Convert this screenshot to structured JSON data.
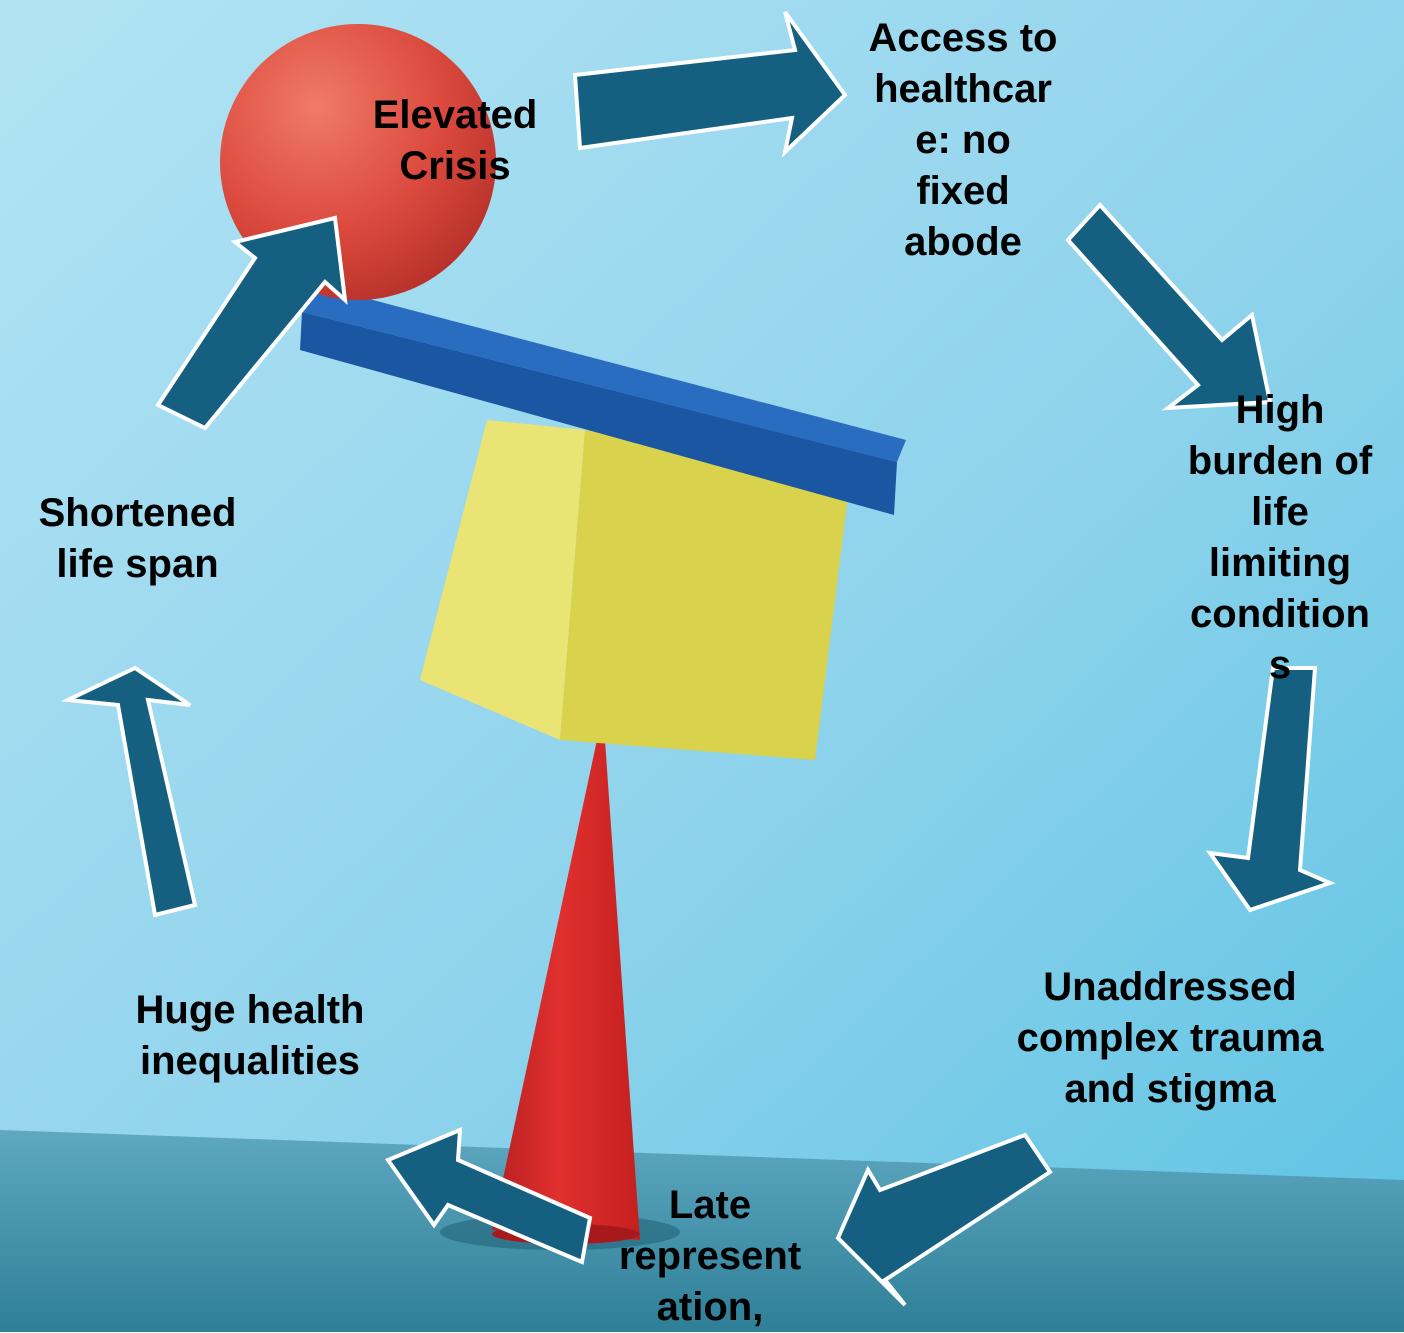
{
  "colors": {
    "sky": "#8fd3ec",
    "floor": "#3d8aa4",
    "ball": "#d9423a",
    "plank": "#1f5fae",
    "cube": "#e6df62",
    "cone": "#d8282a",
    "arrow": "#155f80",
    "arrow_outline": "#ffffff",
    "text": "#000000"
  },
  "diagram": {
    "type": "cycle",
    "nodes": [
      {
        "id": "elevated-crisis",
        "text": "Elevated\nCrisis"
      },
      {
        "id": "access-to-healthcare",
        "text": "Access to\nhealthcar\ne: no\nfixed\nabode"
      },
      {
        "id": "high-burden",
        "text": "High\nburden of\nlife\nlimiting\ncondition\ns"
      },
      {
        "id": "unaddressed-trauma",
        "text": "Unaddressed\ncomplex trauma\nand stigma"
      },
      {
        "id": "late-representation",
        "text": "Late\nrepresent\nation,"
      },
      {
        "id": "health-inequalities",
        "text": "Huge health\ninequalities"
      },
      {
        "id": "shortened-life-span",
        "text": "Shortened\nlife span"
      }
    ],
    "edges": [
      {
        "from": "elevated-crisis",
        "to": "access-to-healthcare"
      },
      {
        "from": "access-to-healthcare",
        "to": "high-burden"
      },
      {
        "from": "high-burden",
        "to": "unaddressed-trauma"
      },
      {
        "from": "unaddressed-trauma",
        "to": "late-representation"
      },
      {
        "from": "late-representation",
        "to": "health-inequalities"
      },
      {
        "from": "health-inequalities",
        "to": "shortened-life-span"
      },
      {
        "from": "shortened-life-span",
        "to": "elevated-crisis"
      }
    ]
  }
}
